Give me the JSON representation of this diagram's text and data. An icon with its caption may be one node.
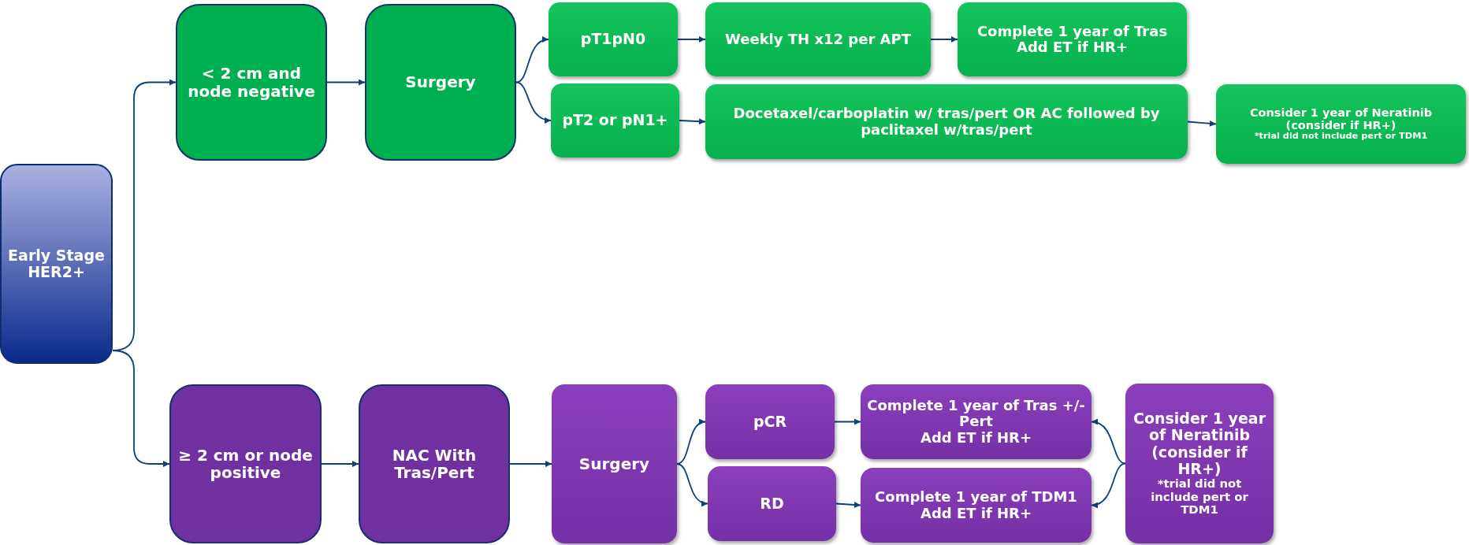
{
  "diagram": {
    "nodes": [
      {
        "text": [
          "Early Stage HER2+"
        ]
      },
      {
        "text": [
          "< 2 cm and node negative"
        ]
      },
      {
        "text": [
          "Surgery"
        ]
      },
      {
        "text": [
          "pT1pN0"
        ]
      },
      {
        "text": [
          "pT2 or pN1+"
        ]
      },
      {
        "text": [
          "Weekly TH x12 per APT"
        ]
      },
      {
        "text": [
          "Complete 1 year of Tras",
          "Add ET if HR+"
        ]
      },
      {
        "text": [
          "Docetaxel/carboplatin w/ tras/pert OR AC followed by paclitaxel w/tras/pert"
        ]
      },
      {
        "text": [
          "Consider 1 year of Neratinib (consider if HR+)",
          "*trial did not include pert or TDM1"
        ]
      },
      {
        "text": [
          "≥ 2 cm or node positive"
        ]
      },
      {
        "text": [
          "NAC With Tras/Pert"
        ]
      },
      {
        "text": [
          "Surgery"
        ]
      },
      {
        "text": [
          "pCR"
        ]
      },
      {
        "text": [
          "RD"
        ]
      },
      {
        "text": [
          "Complete 1 year of Tras +/- Pert",
          "Add ET if HR+"
        ]
      },
      {
        "text": [
          "Complete 1 year of TDM1",
          "Add ET if HR+"
        ]
      },
      {
        "text": [
          "Consider 1 year of Neratinib (consider if HR+)",
          "*trial did not include pert or TDM1"
        ]
      }
    ],
    "edges": [
      {
        "from": 0,
        "to": 1,
        "arrow": "to"
      },
      {
        "from": 0,
        "to": 9,
        "arrow": "to"
      },
      {
        "from": 1,
        "to": 2,
        "arrow": "to"
      },
      {
        "from": 2,
        "to": 3,
        "arrow": "to"
      },
      {
        "from": 2,
        "to": 4,
        "arrow": "to"
      },
      {
        "from": 3,
        "to": 5,
        "arrow": "to"
      },
      {
        "from": 5,
        "to": 6,
        "arrow": "to"
      },
      {
        "from": 4,
        "to": 7,
        "arrow": "to"
      },
      {
        "from": 7,
        "to": 8,
        "arrow": "to"
      },
      {
        "from": 9,
        "to": 10,
        "arrow": "to"
      },
      {
        "from": 10,
        "to": 11,
        "arrow": "to"
      },
      {
        "from": 11,
        "to": 12,
        "arrow": "to"
      },
      {
        "from": 11,
        "to": 13,
        "arrow": "to"
      },
      {
        "from": 12,
        "to": 14,
        "arrow": "to"
      },
      {
        "from": 13,
        "to": 15,
        "arrow": "to"
      },
      {
        "from": 16,
        "to": 14,
        "arrow": "to"
      },
      {
        "from": 16,
        "to": 15,
        "arrow": "to"
      }
    ]
  }
}
